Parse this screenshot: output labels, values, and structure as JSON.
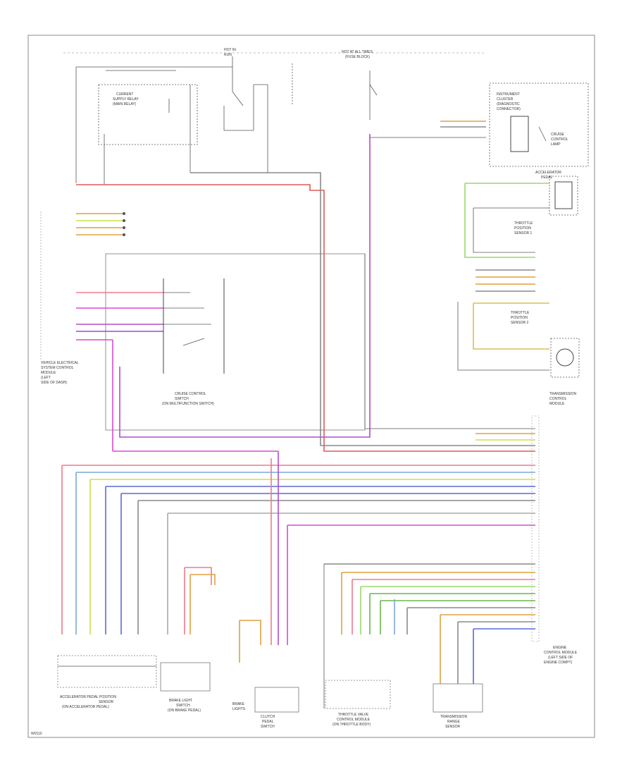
{
  "diagram": {
    "colors": {
      "red": "#e05a5a",
      "pink": "#f07a8a",
      "violet": "#b24ad0",
      "purple": "#9a4ad8",
      "lightgreen": "#9ad86a",
      "green": "#6ab84a",
      "yellowgreen": "#c8e04a",
      "blue": "#5a6ad8",
      "lightblue": "#7aa8d8",
      "gray": "#8a8a8a",
      "dark": "#555555",
      "orange": "#e0a040",
      "yellow": "#d8c050",
      "magenta": "#d84ad0"
    },
    "labels": {
      "left_module": [
        "VEHICLE ELECTRICAL",
        "SYSTEM CONTROL",
        "MODULE",
        "(LEFT",
        "SIDE OF DASH)"
      ],
      "cruise_switch": [
        "CRUISE CONTROL",
        "SWITCH",
        "(ON MULTIFUNCTION SWITCH)"
      ],
      "fuse_top_left": [
        "CURRENT",
        "SUPPLY RELAY",
        "(MAIN RELAY)"
      ],
      "relay_block": [
        "HOT IN",
        "RUN"
      ],
      "power_supply": [
        "HOT AT ALL TIMES",
        "(FUSE BLOCK)"
      ],
      "instrument_cluster": [
        "INSTRUMENT",
        "CLUSTER",
        "(DIAGNOSTIC",
        "CONNECTOR)"
      ],
      "cruise_lamp": [
        "CRUISE",
        "CONTROL",
        "LAMP"
      ],
      "accel_pedal_1": [
        "ACCELERATOR",
        "PEDAL"
      ],
      "tps_1": [
        "THROTTLE",
        "POSITION",
        "SENSOR 1"
      ],
      "tps_2": [
        "THROTTLE",
        "POSITION",
        "SENSOR 2"
      ],
      "ecm": [
        "ENGINE",
        "CONTROL MODULE",
        "(LEFT SIDE OF",
        "ENGINE COMPT)"
      ],
      "trans_module": [
        "TRANSMISSION",
        "CONTROL",
        "MODULE"
      ],
      "bottom_accel": [
        "ACCELERATOR PEDAL POSITION",
        "SENSOR",
        "(ON ACCELERATOR PEDAL)"
      ],
      "bottom_brake": [
        "BRAKE LIGHT",
        "SWITCH",
        "(ON BRAKE PEDAL)"
      ],
      "bottom_brake_lamp": [
        "BRAKE",
        "LIGHTS"
      ],
      "bottom_clutch": [
        "CLUTCH",
        "PEDAL",
        "SWITCH"
      ],
      "bottom_throttle": [
        "THROTTLE VALVE",
        "CONTROL MODULE",
        "(ON THROTTLE BODY)"
      ],
      "bottom_trans": [
        "TRANSMISSION",
        "RANGE",
        "SENSOR"
      ],
      "footer": "W0110"
    }
  }
}
